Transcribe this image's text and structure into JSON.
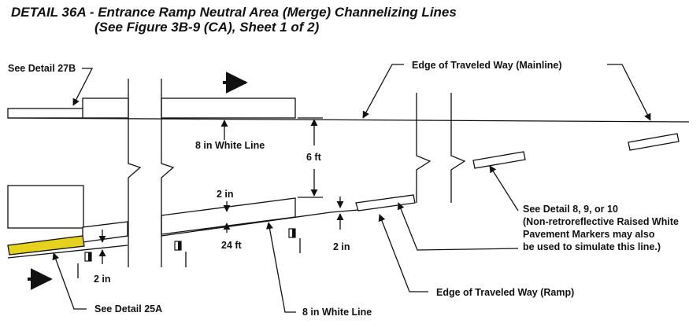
{
  "title_line1": "DETAIL 36A - Entrance Ramp Neutral Area (Merge) Channelizing Lines",
  "title_line2": "(See Figure 3B-9 (CA), Sheet 1 of 2)",
  "labels": {
    "see_detail_27b": "See Detail 27B",
    "edge_mainline": "Edge of Traveled Way (Mainline)",
    "white_line_top": "8 in White Line",
    "six_ft": "6 ft",
    "two_in_top": "2 in",
    "twenty_four_ft": "24 ft",
    "two_in_right": "2 in",
    "two_in_left": "2 in",
    "see_detail_8_9_10": "See Detail 8, 9, or 10",
    "non_retro_line1": "(Non-retroreflective Raised White",
    "non_retro_line2": "Pavement Markers may also",
    "non_retro_line3": "be used to simulate this line.)",
    "edge_ramp": "Edge of Traveled Way (Ramp)",
    "see_detail_25a": "See Detail 25A",
    "white_line_bottom": "8 in White Line"
  },
  "colors": {
    "yellow_marking": "#e6d21c",
    "ink": "#111111"
  }
}
